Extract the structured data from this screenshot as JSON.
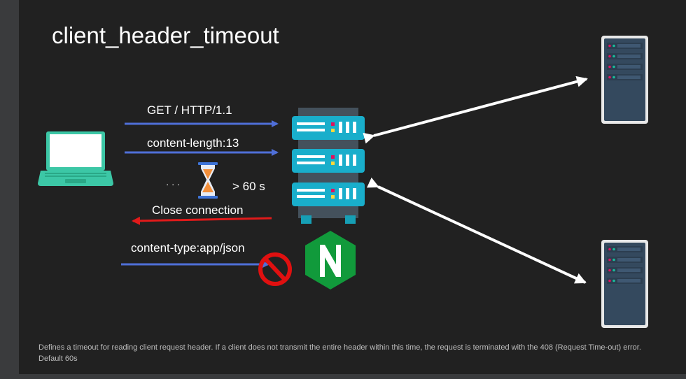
{
  "title": "client_header_timeout",
  "labels": {
    "request_line": "GET / HTTP/1.1",
    "content_length": "content-length:13",
    "dots": "· · ·",
    "timeout": "> 60 s",
    "close_connection": "Close connection",
    "content_type": "content-type:app/json"
  },
  "description": "Defines a timeout for reading client request header. If a client does not transmit the entire header within this time, the request is terminated with the 408 (Request Time-out) error. Default 60s",
  "colors": {
    "background": "#212121",
    "request_arrow": "#4f6fd8",
    "close_arrow": "#e11a1a",
    "server_teal": "#19aecb",
    "laptop_green": "#3cc7a6",
    "nginx_green": "#119a3b",
    "block_red": "#e01010",
    "backend_arrow": "#ffffff"
  },
  "icons": [
    "laptop-icon",
    "hourglass-icon",
    "server-rack-icon",
    "nginx-logo-icon",
    "no-entry-icon",
    "backend-server-icon"
  ]
}
